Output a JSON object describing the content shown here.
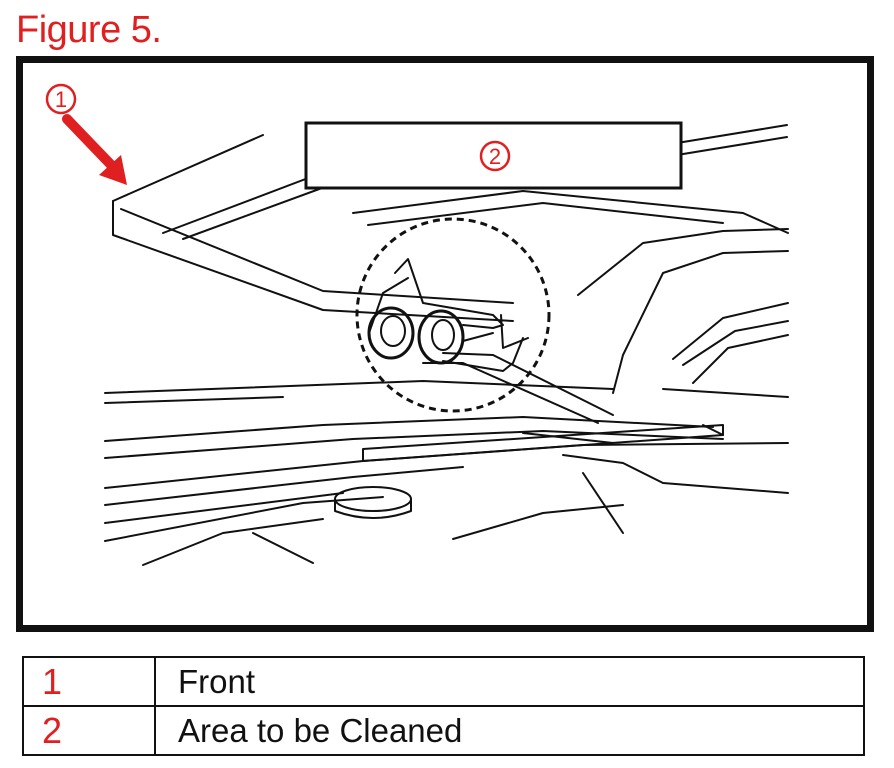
{
  "figure": {
    "title": "Figure 5."
  },
  "diagram": {
    "callouts": [
      {
        "number": "1",
        "meaning": "Front"
      },
      {
        "number": "2",
        "meaning": "Area to be Cleaned"
      }
    ],
    "colors": {
      "accent": "#e02020",
      "line": "#111111"
    },
    "icons": [
      "front-arrow-icon",
      "callout-circle-icon"
    ]
  },
  "legend": {
    "rows": [
      {
        "number": "1",
        "label": "Front"
      },
      {
        "number": "2",
        "label": "Area to be Cleaned"
      }
    ]
  }
}
